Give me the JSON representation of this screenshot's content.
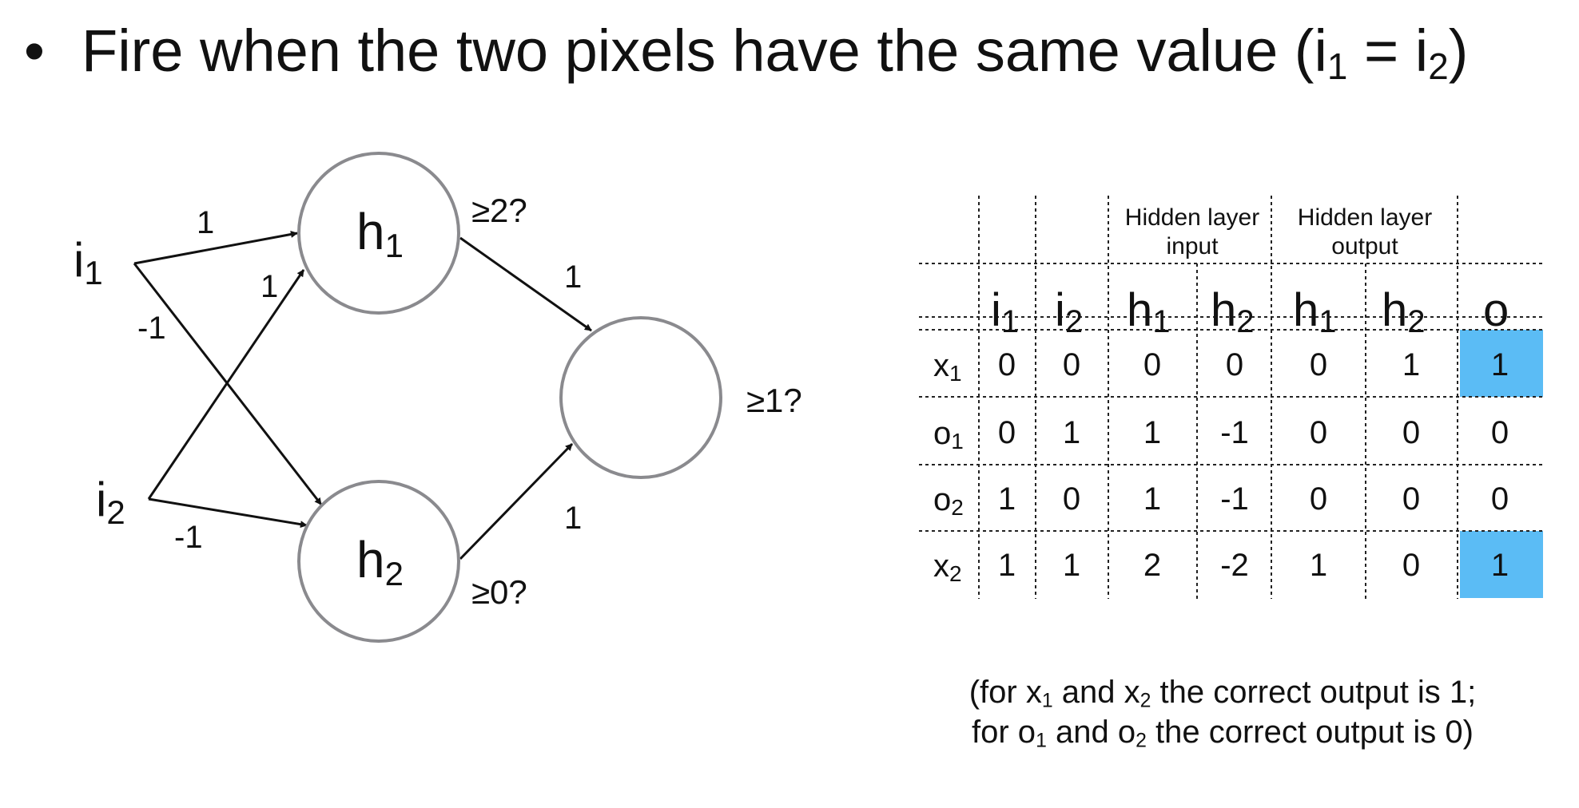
{
  "headline": {
    "bullet": "•",
    "text_before": "Fire when the two pixels have the same value (i",
    "sub1": "1",
    "text_mid": " = i",
    "sub2": "2",
    "text_after": ")"
  },
  "network": {
    "inputs": [
      {
        "base": "i",
        "sub": "1"
      },
      {
        "base": "i",
        "sub": "2"
      }
    ],
    "hidden": [
      {
        "base": "h",
        "sub": "1",
        "threshold": "≥2?"
      },
      {
        "base": "h",
        "sub": "2",
        "threshold": "≥0?"
      }
    ],
    "output": {
      "threshold": "≥1?"
    },
    "weights": {
      "i1_h1": "1",
      "i1_h2": "-1",
      "i2_h1": "1",
      "i2_h2": "-1",
      "h1_o": "1",
      "h2_o": "1"
    }
  },
  "table": {
    "group_headers": {
      "hidden_input": [
        "Hidden layer",
        "input"
      ],
      "hidden_output": [
        "Hidden layer",
        "output"
      ]
    },
    "columns": [
      {
        "base": "i",
        "sub": "1"
      },
      {
        "base": "i",
        "sub": "2"
      },
      {
        "base": "h",
        "sub": "1"
      },
      {
        "base": "h",
        "sub": "2"
      },
      {
        "base": "h",
        "sub": "1"
      },
      {
        "base": "h",
        "sub": "2"
      },
      {
        "base": "o",
        "sub": ""
      }
    ],
    "rows": [
      {
        "label": {
          "base": "x",
          "sub": "1"
        },
        "values": [
          "0",
          "0",
          "0",
          "0",
          "0",
          "1",
          "1"
        ],
        "highlight_output": true
      },
      {
        "label": {
          "base": "o",
          "sub": "1"
        },
        "values": [
          "0",
          "1",
          "1",
          "-1",
          "0",
          "0",
          "0"
        ],
        "highlight_output": false
      },
      {
        "label": {
          "base": "o",
          "sub": "2"
        },
        "values": [
          "1",
          "0",
          "1",
          "-1",
          "0",
          "0",
          "0"
        ],
        "highlight_output": false
      },
      {
        "label": {
          "base": "x",
          "sub": "2"
        },
        "values": [
          "1",
          "1",
          "2",
          "-2",
          "1",
          "0",
          "1"
        ],
        "highlight_output": true
      }
    ],
    "highlight_color": "#5bbcf5"
  },
  "note": {
    "line1_a": "(for x",
    "line1_s1": "1",
    "line1_b": " and x",
    "line1_s2": "2",
    "line1_c": " the correct output is 1;",
    "line2_a": "for o",
    "line2_s1": "1",
    "line2_b": " and o",
    "line2_s2": "2",
    "line2_c": " the correct output is 0)"
  },
  "colors": {
    "node_stroke": "#8a8a8e",
    "edge": "#111111",
    "grid": "#222222"
  }
}
